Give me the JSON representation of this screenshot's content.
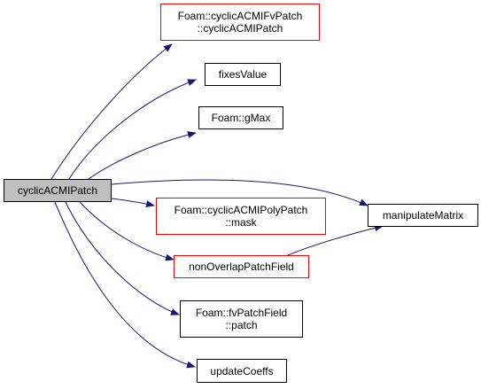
{
  "graph": {
    "root": {
      "label": "cyclicACMIPatch"
    },
    "nodes": {
      "cyclic_acmi_fvpatch": {
        "line1": "Foam::cyclicACMIFvPatch",
        "line2": "::cyclicACMIPatch"
      },
      "fixes_value": {
        "line1": "fixesValue"
      },
      "gmax": {
        "line1": "Foam::gMax"
      },
      "manipulate_matrix": {
        "line1": "manipulateMatrix"
      },
      "cyclic_acmi_polypatch_mask": {
        "line1": "Foam::cyclicACMIPolyPatch",
        "line2": "::mask"
      },
      "non_overlap_patch_field": {
        "line1": "nonOverlapPatchField"
      },
      "fvpatchfield_patch": {
        "line1": "Foam::fvPatchField",
        "line2": "::patch"
      },
      "update_coeffs": {
        "line1": "updateCoeffs"
      }
    }
  },
  "colors": {
    "edge": "#191970",
    "linked_border": "#ff0000",
    "root_fill": "#bfbfbf"
  }
}
